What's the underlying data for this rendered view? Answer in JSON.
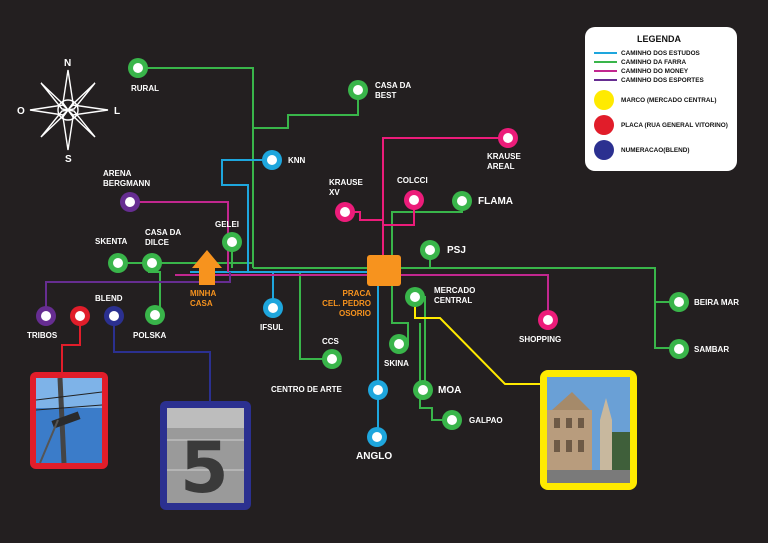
{
  "compass": {
    "north": "N",
    "south": "S",
    "east": "L",
    "west": "O"
  },
  "colors": {
    "estudos": "#1ea6dd",
    "farra": "#39b54a",
    "money": "#c2278f",
    "esportes": "#662d91",
    "magenta": "#ec1c7a",
    "marco": "#ffea00",
    "placa": "#e11d2a",
    "numeracao": "#2b3090",
    "home": "#f7931e",
    "background": "#231f20"
  },
  "legend": {
    "title": "LEGENDA",
    "lines": [
      {
        "label": "CAMINHO DOS ESTUDOS",
        "color": "#1ea6dd"
      },
      {
        "label": "CAMINHO DA FARRA",
        "color": "#39b54a"
      },
      {
        "label": "CAMINHO DO MONEY",
        "color": "#c2278f"
      },
      {
        "label": "CAMINHO DOS ESPORTES",
        "color": "#662d91"
      }
    ],
    "markers": [
      {
        "label": "MARCO (MERCADO CENTRAL)",
        "color": "#ffea00"
      },
      {
        "label": "PLACA (RUA GENERAL VITORINO)",
        "color": "#e11d2a"
      },
      {
        "label": "NUMERACAO(BLEND)",
        "color": "#2b3090"
      }
    ]
  },
  "home": {
    "line1": "MINHA",
    "line2": "CASA"
  },
  "praca": {
    "line1": "PRACA",
    "line2": "CEL. PEDRO",
    "line3": "OSORIO"
  },
  "stations": {
    "rural": "RURAL",
    "casa_best_1": "CASA DA",
    "casa_best_2": "BEST",
    "knn": "KNN",
    "krause_areal_1": "KRAUSE",
    "krause_areal_2": "AREAL",
    "colcci": "COLCCI",
    "krause_xv_1": "KRAUSE",
    "krause_xv_2": "XV",
    "flama": "FLAMA",
    "arena_1": "ARENA",
    "arena_2": "BERGMANN",
    "gelei": "GELEI",
    "skenta": "SKENTA",
    "casa_dilce_1": "CASA DA",
    "casa_dilce_2": "DILCE",
    "psj": "PSJ",
    "mercado_1": "MERCADO",
    "mercado_2": "CENTRAL",
    "blend": "BLEND",
    "tribos": "TRIBOS",
    "polska": "POLSKA",
    "ifsul": "IFSUL",
    "ccs": "CCS",
    "skina": "SKINA",
    "centro_arte": "CENTRO DE ARTE",
    "moa": "MOA",
    "galpao": "GALPAO",
    "anglo": "ANGLO",
    "shopping": "SHOPPING",
    "beira_mar": "BEIRA MAR",
    "sambar": "SAMBAR"
  }
}
